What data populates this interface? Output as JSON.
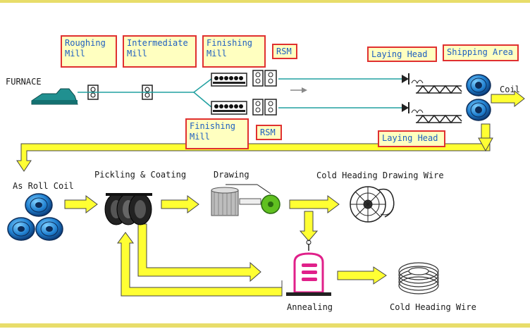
{
  "labels": {
    "furnace": "FURNACE",
    "roughing_mill": [
      "Roughing",
      "Mill"
    ],
    "intermediate_mill": [
      "Intermediate",
      "Mill"
    ],
    "finishing_mill_top": [
      "Finishing",
      "Mill"
    ],
    "rsm_top": "RSM",
    "laying_head_top": "Laying Head",
    "shipping_area": "Shipping Area",
    "coil": "Coil",
    "finishing_mill_bottom": [
      "Finishing",
      "Mill"
    ],
    "rsm_bottom": "RSM",
    "laying_head_bottom": "Laying Head",
    "as_roll_coil": "As Roll Coil",
    "pickling_coating": "Pickling & Coating",
    "drawing": "Drawing",
    "cold_heading_drawing_wire": "Cold Heading Drawing Wire",
    "annealing": "Annealing",
    "cold_heading_wire": "Cold Heading Wire"
  },
  "colors": {
    "label_box_fill": "#ffffc0",
    "label_box_border": "#e03030",
    "label_box_text": "#1e5fc0",
    "flow_arrow": "#ffff33",
    "wire_line": "#20a0a0",
    "coil_blue": "#2080d0",
    "furnace_teal": "#209090",
    "annealing_magenta": "#e0208a",
    "drawing_green": "#60c020"
  }
}
